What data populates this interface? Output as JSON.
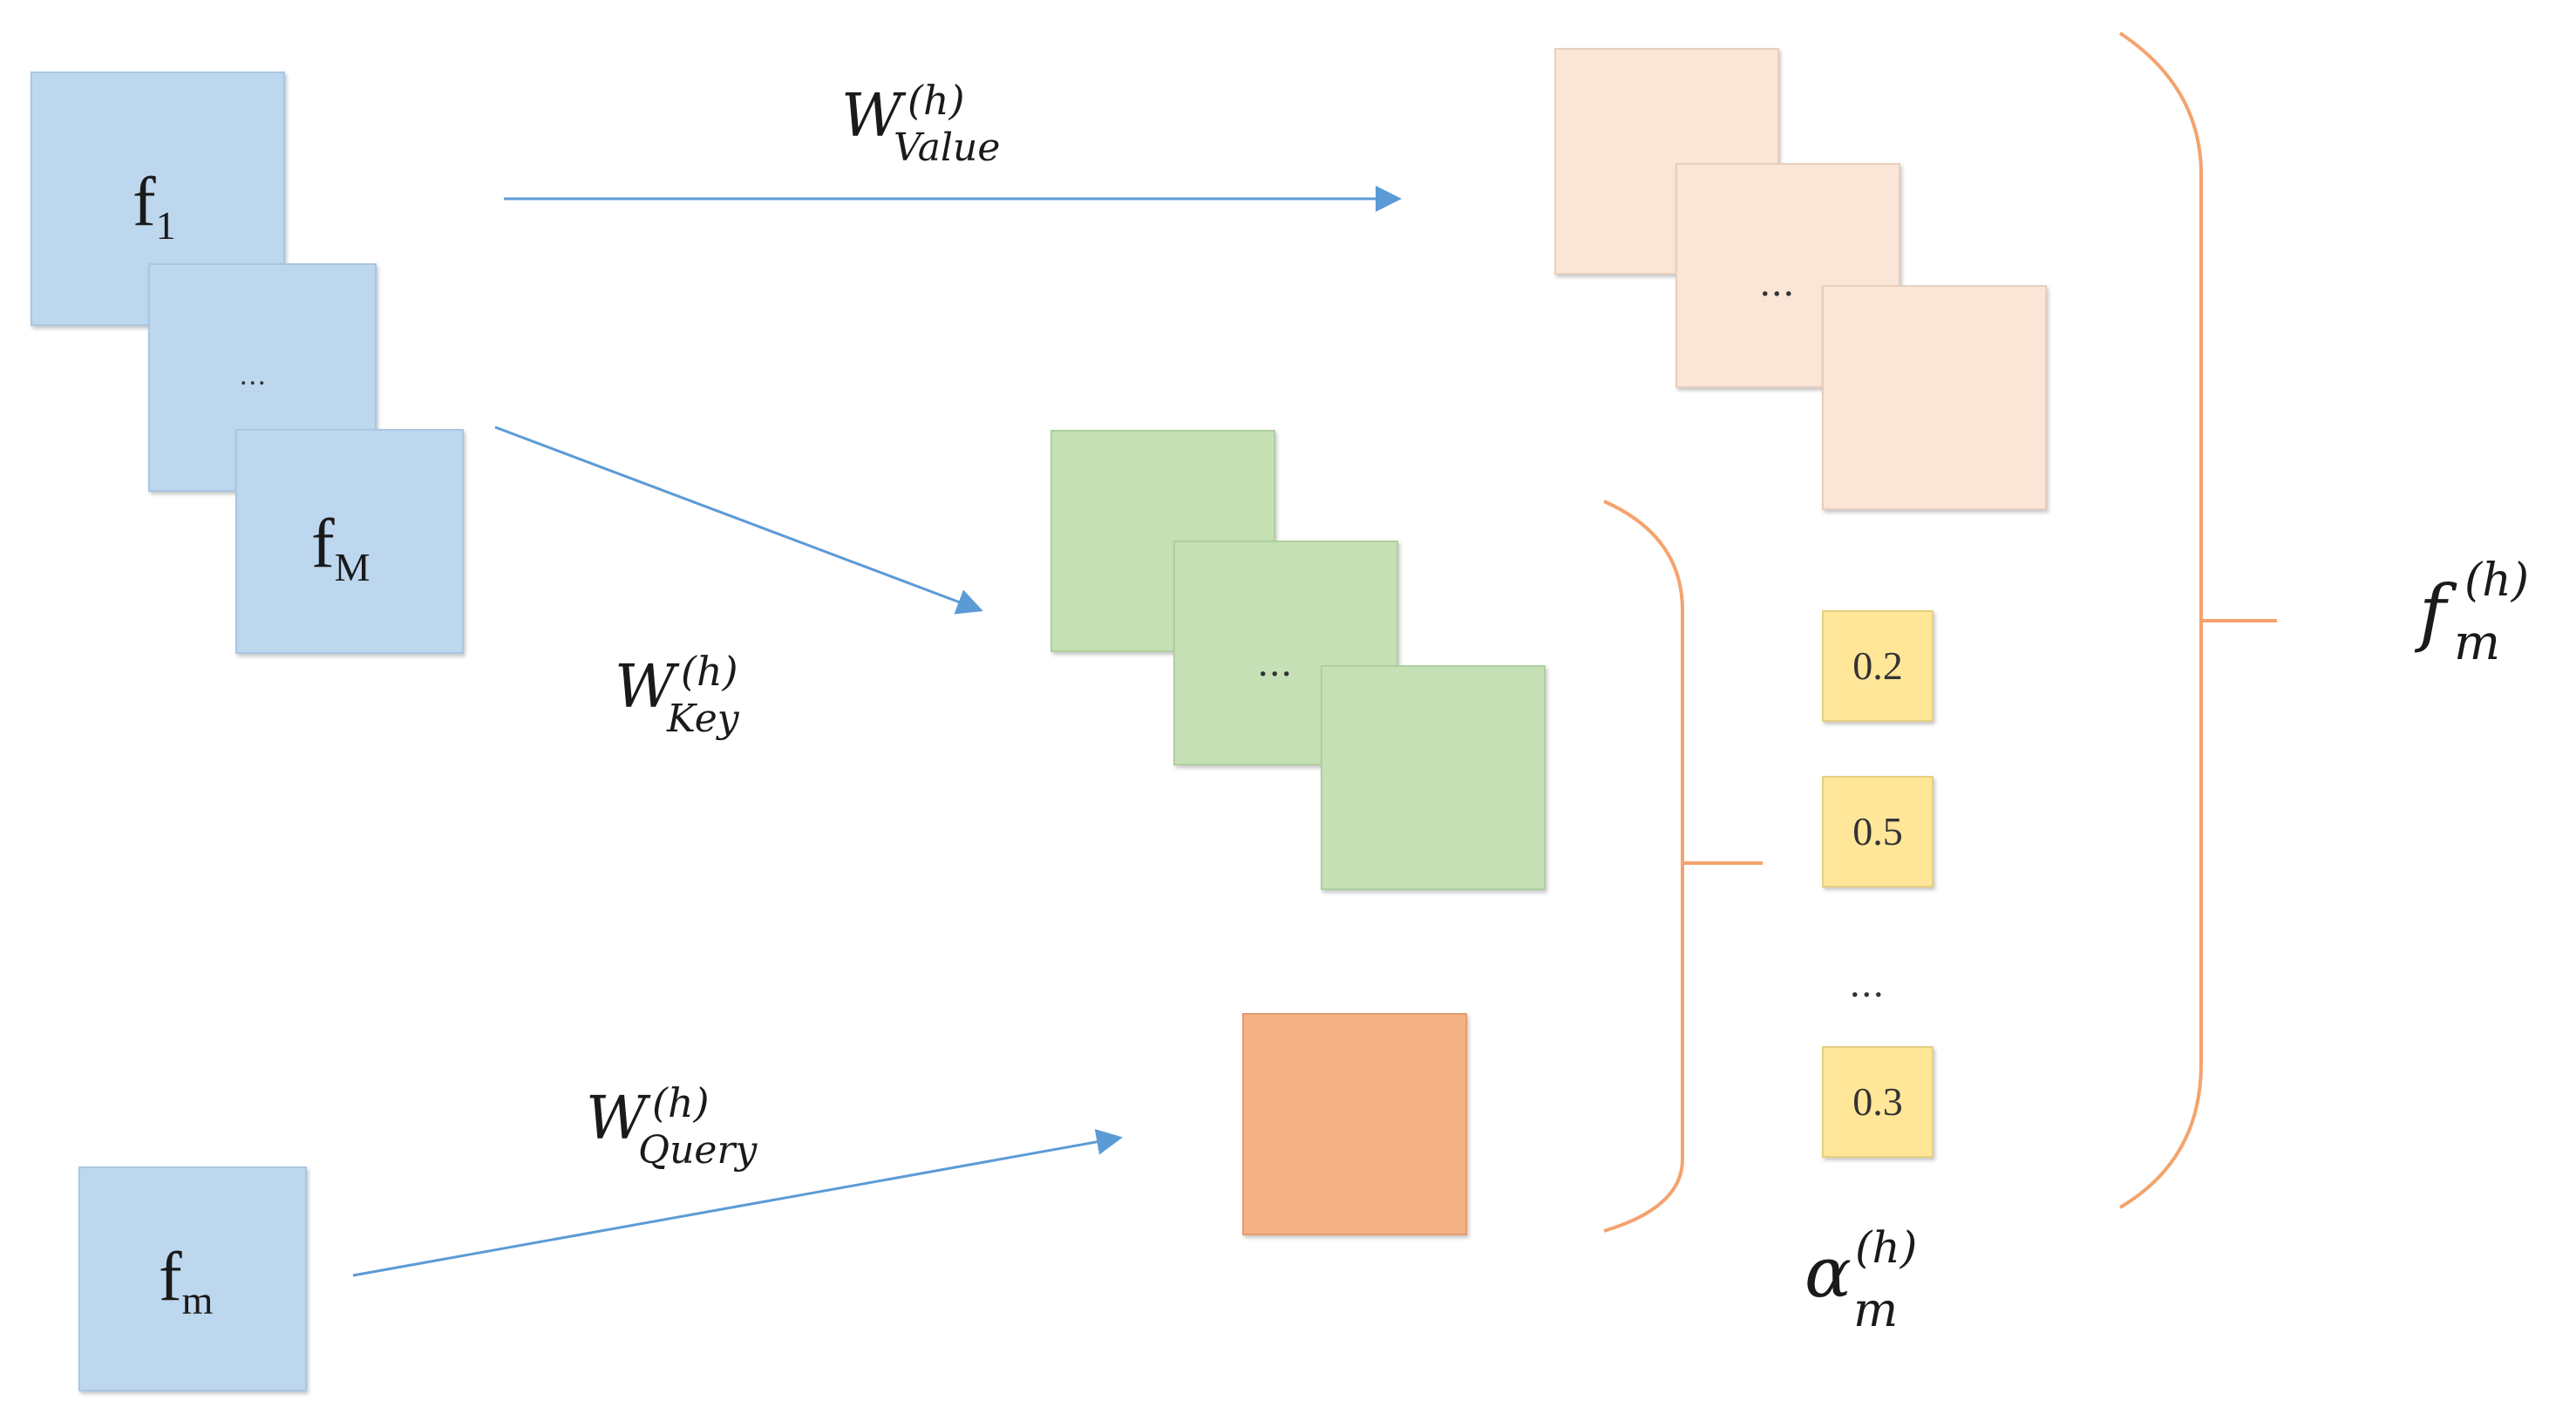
{
  "inputs": {
    "f1": {
      "base": "f",
      "sub": "1"
    },
    "ellipsis": "...",
    "fM": {
      "base": "f",
      "sub": "M"
    },
    "fm": {
      "base": "f",
      "sub": "m"
    }
  },
  "weights": {
    "value": {
      "base": "W",
      "sup": "(h)",
      "sub": "Value"
    },
    "key": {
      "base": "W",
      "sup": "(h)",
      "sub": "Key"
    },
    "query": {
      "base": "W",
      "sup": "(h)",
      "sub": "Query"
    }
  },
  "value_stack": {
    "ellipsis": "..."
  },
  "key_stack": {
    "ellipsis": "..."
  },
  "attention_scores": {
    "values": [
      "0.2",
      "0.5",
      "0.3"
    ],
    "ellipsis": "...",
    "label": {
      "base": "α",
      "sup": "(h)",
      "sub": "m"
    }
  },
  "output": {
    "base": "f",
    "sup": "(h)",
    "sub": "m"
  },
  "colors": {
    "input": "#bdd7ee",
    "value": "#fbe5d6",
    "key": "#c5e0b4",
    "query": "#f4b183",
    "score": "#ffe699",
    "arrow": "#5b9bd5",
    "brace": "#f4a36e"
  }
}
